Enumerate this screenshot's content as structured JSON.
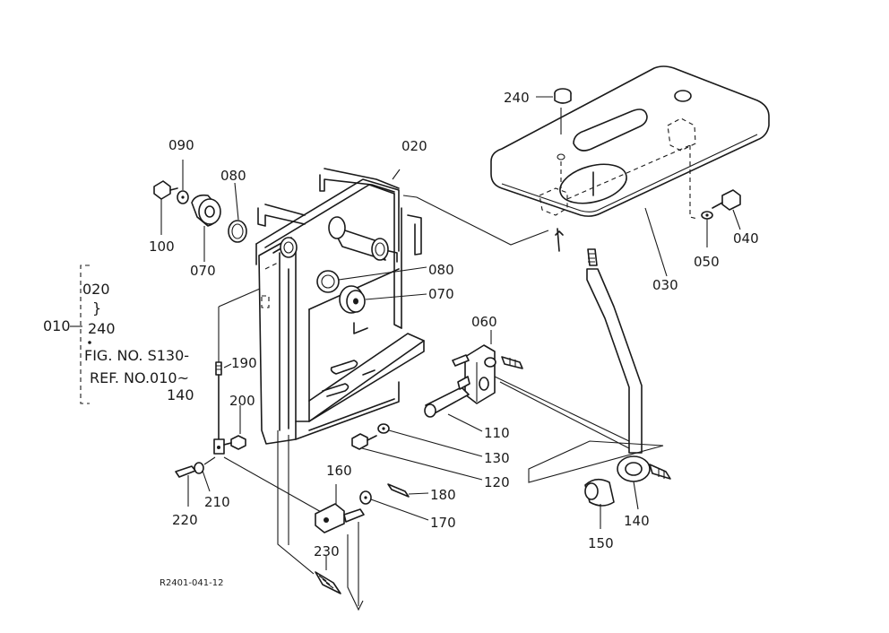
{
  "parts": {
    "p020": "020",
    "p030": "030",
    "p040": "040",
    "p050": "050",
    "p060": "060",
    "p070a": "070",
    "p070b": "070",
    "p080a": "080",
    "p080b": "080",
    "p090": "090",
    "p100": "100",
    "p110": "110",
    "p120": "120",
    "p130": "130",
    "p140": "140",
    "p150": "150",
    "p160": "160",
    "p170": "170",
    "p180": "180",
    "p190": "190",
    "p200": "200",
    "p210": "210",
    "p220": "220",
    "p230": "230",
    "p240": "240"
  },
  "assembly_ref": {
    "id": "010",
    "range_start": "020",
    "range_tilde": "}",
    "range_end": "240",
    "fig_line": "FIG. NO. S130-",
    "ref_line": "REF. NO.010~",
    "ref_end": "140"
  },
  "drawing_code": "R2401-041-12"
}
